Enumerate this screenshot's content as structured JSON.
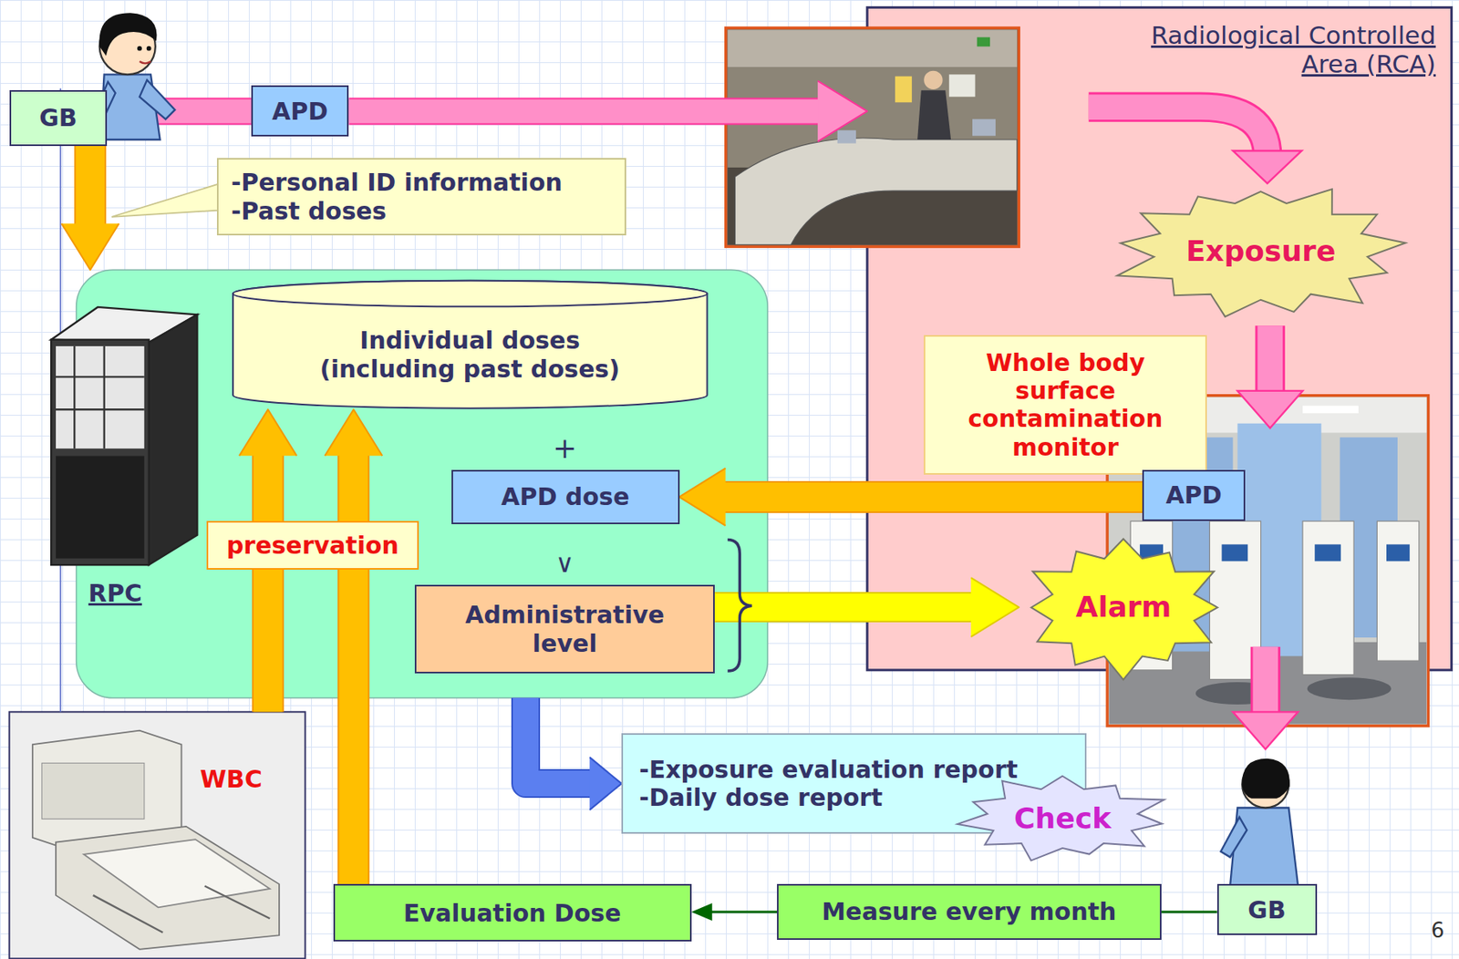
{
  "diagram": {
    "nodes": [
      {
        "text": [
          "GB"
        ]
      },
      {
        "text": [
          "APD"
        ]
      },
      {
        "text": [
          "Radiological Controlled Area (RCA)"
        ]
      },
      {
        "text": [
          "Exposure"
        ],
        "in": 2
      },
      {
        "text": [
          "Whole body surface contamination monitor"
        ],
        "in": 2
      },
      {
        "text": [
          "APD"
        ],
        "in": 2
      },
      {
        "text": [
          "Alarm"
        ],
        "in": 2
      },
      {
        "text": [
          "RPC"
        ]
      },
      {
        "text": [
          "Individual doses (including past doses)"
        ],
        "in": 7
      },
      {
        "text": [
          "APD dose"
        ],
        "in": 7
      },
      {
        "text": [
          "Administrative level"
        ],
        "in": 7
      },
      {
        "text": [
          "-Personal ID information",
          "-Past doses"
        ]
      },
      {
        "text": [
          "preservation"
        ],
        "in": 7
      },
      {
        "text": [
          "-Exposure evaluation report",
          "-Daily dose report"
        ]
      },
      {
        "text": [
          "Check"
        ]
      },
      {
        "text": [
          "GB"
        ]
      },
      {
        "text": [
          "Measure every month"
        ]
      },
      {
        "text": [
          "Evaluation Dose"
        ]
      },
      {
        "text": [
          "WBC"
        ]
      }
    ],
    "edges": [
      {
        "from": 0,
        "to": 1,
        "arrow": "none"
      },
      {
        "from": 1,
        "to": 2,
        "arrow": "to"
      },
      {
        "from": 0,
        "to": 7,
        "arrow": "to"
      },
      {
        "from": 5,
        "to": 9,
        "arrow": "to"
      },
      {
        "from": 10,
        "to": 6,
        "arrow": "to"
      },
      {
        "from": 7,
        "to": 13,
        "arrow": "to"
      },
      {
        "from": 15,
        "to": 16,
        "arrow": "none"
      },
      {
        "from": 16,
        "to": 17,
        "arrow": "to"
      },
      {
        "from": 17,
        "to": 8,
        "arrow": "to"
      },
      {
        "from": 18,
        "to": 8,
        "arrow": "to"
      }
    ],
    "labels": [
      "+",
      "∨",
      "6"
    ]
  }
}
